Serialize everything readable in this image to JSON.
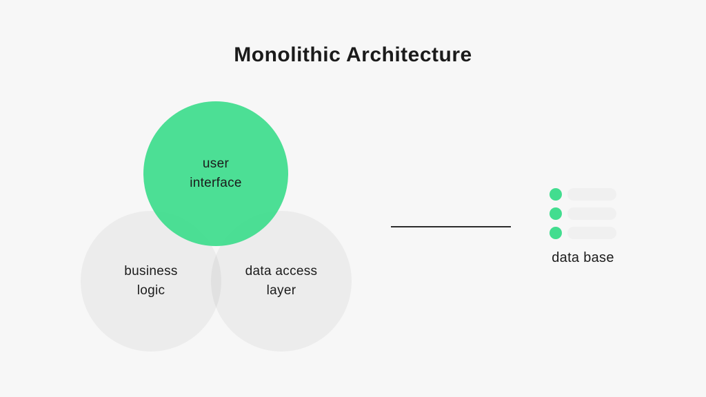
{
  "title": "Monolithic Architecture",
  "colors": {
    "background": "#F7F7F7",
    "accent_green": "#42DD8F",
    "circle_gray": "rgba(0,0,0,0.045)",
    "bar_gray": "#F0F0F0",
    "line": "#2B2B2B",
    "text": "#1B1B1B"
  },
  "venn": {
    "circles": [
      {
        "id": "user-interface",
        "line1": "user",
        "line2": "interface",
        "style": "green"
      },
      {
        "id": "business-logic",
        "line1": "business",
        "line2": "logic",
        "style": "gray"
      },
      {
        "id": "data-access-layer",
        "line1": "data access",
        "line2": "layer",
        "style": "gray"
      }
    ]
  },
  "database": {
    "label": "data base",
    "rows": 3
  }
}
